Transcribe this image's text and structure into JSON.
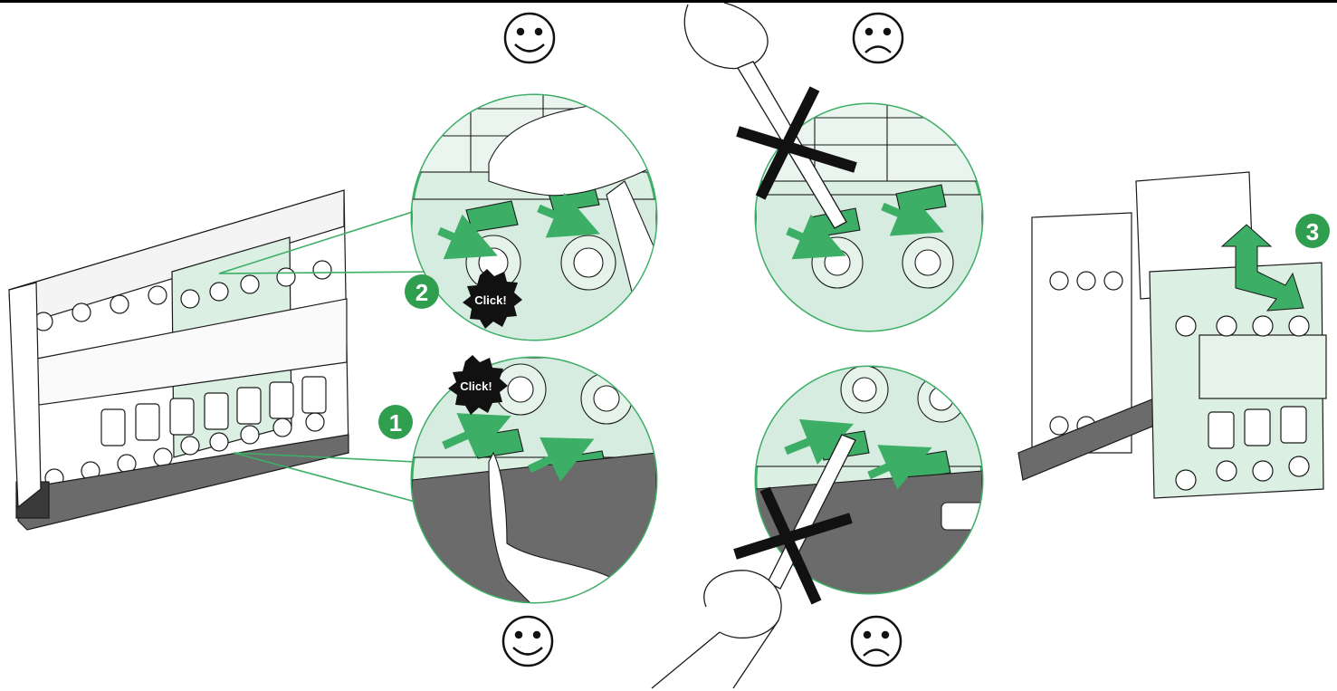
{
  "steps": {
    "step1": "1",
    "step2": "2",
    "step3": "3"
  },
  "callouts": {
    "click_top": "Click!",
    "click_bottom": "Click!"
  },
  "indicators": {
    "top_left": "smiley-face-icon",
    "bottom_left": "smiley-face-icon",
    "top_right": "sad-face-icon",
    "bottom_right": "sad-face-icon"
  },
  "colors": {
    "accent_green": "#3dae66",
    "badge_green": "#2f9e4f",
    "light_green": "#dcefe3",
    "housing_gray": "#6b6b6b",
    "cross_black": "#111111",
    "line": "#1a1a1a"
  }
}
